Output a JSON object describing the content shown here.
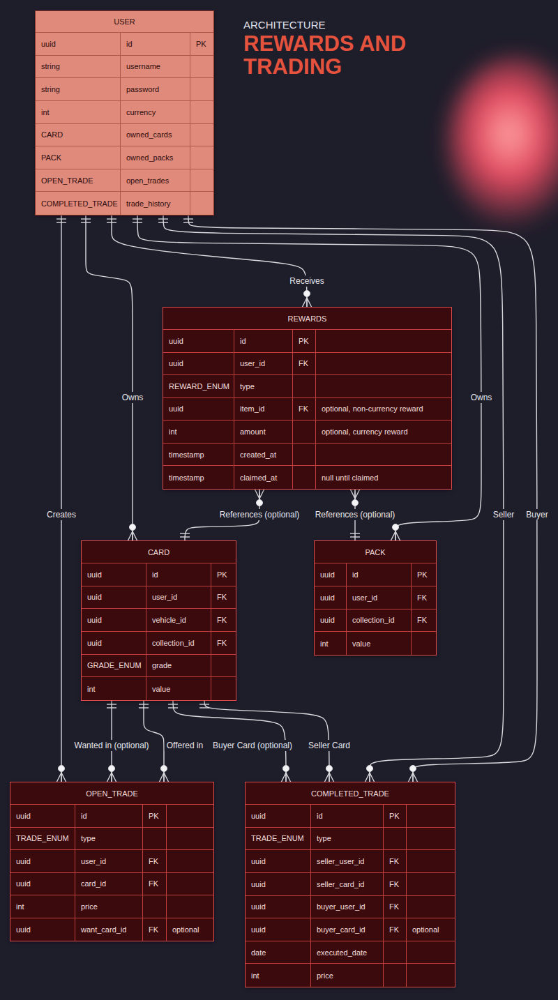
{
  "diagram": {
    "title": "REWARDS AND TRADING",
    "nodes": [
      {
        "text": [
          "USER",
          "uuid",
          "id",
          "PK",
          "string",
          "username",
          "string",
          "password",
          "int",
          "currency",
          "CARD",
          "owned_cards",
          "PACK",
          "owned_packs",
          "OPEN_TRADE",
          "open_trades",
          "COMPLETED_TRADE",
          "trade_history"
        ]
      },
      {
        "text": [
          "REWARDS",
          "uuid",
          "id",
          "PK",
          "uuid",
          "user_id",
          "FK",
          "REWARD_ENUM",
          "type",
          "uuid",
          "item_id",
          "FK",
          "optional, non-currency reward",
          "int",
          "amount",
          "optional, currency reward",
          "timestamp",
          "created_at",
          "timestamp",
          "claimed_at",
          "null until claimed"
        ]
      },
      {
        "text": [
          "CARD",
          "uuid",
          "id",
          "PK",
          "uuid",
          "user_id",
          "FK",
          "uuid",
          "vehicle_id",
          "FK",
          "uuid",
          "collection_id",
          "FK",
          "GRADE_ENUM",
          "grade",
          "int",
          "value"
        ]
      },
      {
        "text": [
          "PACK",
          "uuid",
          "id",
          "PK",
          "uuid",
          "user_id",
          "FK",
          "uuid",
          "collection_id",
          "FK",
          "int",
          "value"
        ]
      },
      {
        "text": [
          "OPEN_TRADE",
          "uuid",
          "id",
          "PK",
          "TRADE_ENUM",
          "type",
          "uuid",
          "user_id",
          "FK",
          "uuid",
          "card_id",
          "FK",
          "int",
          "price",
          "uuid",
          "want_card_id",
          "FK",
          "optional"
        ]
      },
      {
        "text": [
          "COMPLETED_TRADE",
          "uuid",
          "id",
          "PK",
          "TRADE_ENUM",
          "type",
          "uuid",
          "seller_user_id",
          "FK",
          "uuid",
          "seller_card_id",
          "FK",
          "uuid",
          "buyer_user_id",
          "FK",
          "uuid",
          "buyer_card_id",
          "FK",
          "optional",
          "date",
          "executed_date",
          "int",
          "price"
        ]
      }
    ],
    "edges": [
      {
        "from": 0,
        "to": 2,
        "label": "Owns",
        "arrow": "both"
      },
      {
        "from": 0,
        "to": 1,
        "label": "Receives",
        "arrow": "both"
      },
      {
        "from": 0,
        "to": 3,
        "label": "Owns",
        "arrow": "both"
      },
      {
        "from": 0,
        "to": 4,
        "label": "Creates",
        "arrow": "both"
      },
      {
        "from": 0,
        "to": 5,
        "label": "Seller",
        "arrow": "both"
      },
      {
        "from": 0,
        "to": 5,
        "label": "Buyer",
        "arrow": "both"
      },
      {
        "from": 1,
        "to": 2,
        "label": "References (optional)",
        "arrow": "both"
      },
      {
        "from": 1,
        "to": 3,
        "label": "References (optional)",
        "arrow": "both"
      },
      {
        "from": 2,
        "to": 4,
        "label": "Wanted in (optional)",
        "arrow": "both"
      },
      {
        "from": 2,
        "to": 4,
        "label": "Offered in",
        "arrow": "both"
      },
      {
        "from": 2,
        "to": 5,
        "label": "Buyer Card (optional)",
        "arrow": "both"
      },
      {
        "from": 2,
        "to": 5,
        "label": "Seller Card",
        "arrow": "both"
      }
    ],
    "labels": [
      "ARCHITECTURE"
    ]
  }
}
